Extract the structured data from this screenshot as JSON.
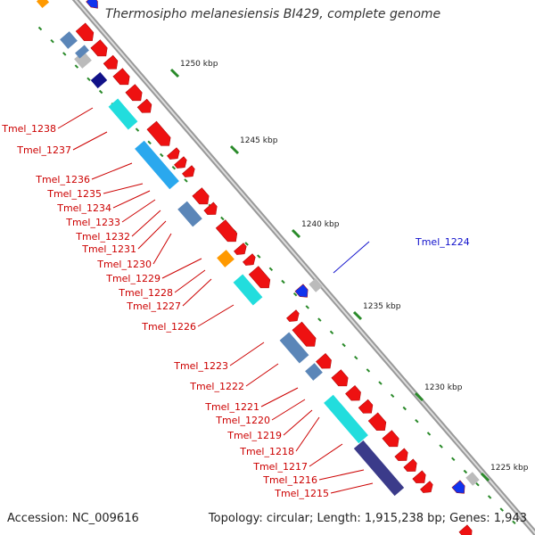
{
  "title": "Thermosipho melanesiensis BI429, complete genome",
  "footer": {
    "accession": "Accession: NC_009616",
    "summary": "Topology: circular; Length: 1,915,238 bp; Genes: 1,943"
  },
  "colors": {
    "backbone": "#999999",
    "forward_cds": "#ee1111",
    "highlight_label": "#1111cc",
    "label": "#cc0000",
    "ticks": "#2a8a2a",
    "rna_blue": "#1133ee",
    "cyan": "#22dddd",
    "sky": "#2aa8ee",
    "steel": "#5b86b8",
    "grey": "#bbbbbb",
    "navy": "#111188",
    "slate": "#3b3b8a",
    "orange": "#ff9900"
  },
  "scale_labels": [
    "1250 kbp",
    "1245 kbp",
    "1240 kbp",
    "1235 kbp",
    "1230 kbp",
    "1225 kbp"
  ],
  "gene_labels": [
    "Tmel_1238",
    "Tmel_1237",
    "Tmel_1236",
    "Tmel_1235",
    "Tmel_1234",
    "Tmel_1233",
    "Tmel_1232",
    "Tmel_1231",
    "Tmel_1230",
    "Tmel_1229",
    "Tmel_1228",
    "Tmel_1227",
    "Tmel_1226",
    "Tmel_1224",
    "Tmel_1223",
    "Tmel_1222",
    "Tmel_1221",
    "Tmel_1220",
    "Tmel_1219",
    "Tmel_1218",
    "Tmel_1217",
    "Tmel_1216",
    "Tmel_1215"
  ]
}
